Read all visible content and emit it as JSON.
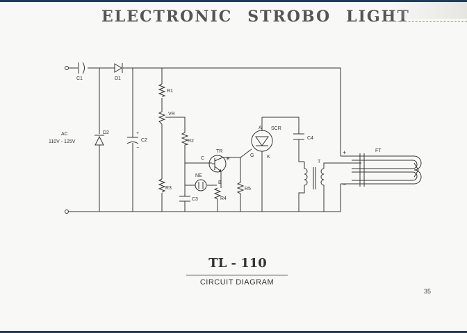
{
  "title": {
    "word1": "ELECTRONIC",
    "word2": "STROBO",
    "word3": "LIGHT"
  },
  "input": {
    "label": "AC",
    "voltage": "110V - 125V"
  },
  "components": {
    "c1": "C1",
    "d1": "D1",
    "d2": "D2",
    "c2": "C2",
    "r1": "R1",
    "vr": "VR",
    "r2": "R2",
    "r3": "R3",
    "c3": "C3",
    "tr": "TR",
    "tr_c": "C",
    "tr_e": "E",
    "tr_b": "B",
    "ne": "NE",
    "r4": "R4",
    "r5": "R5",
    "scr": "SCR",
    "scr_a": "A",
    "scr_g": "G",
    "scr_k": "K",
    "c4": "C4",
    "t": "T",
    "ft": "FT",
    "plus": "+",
    "minus": "−"
  },
  "model": "TL - 110",
  "caption": "CIRCUIT DIAGRAM",
  "page_number": "35"
}
